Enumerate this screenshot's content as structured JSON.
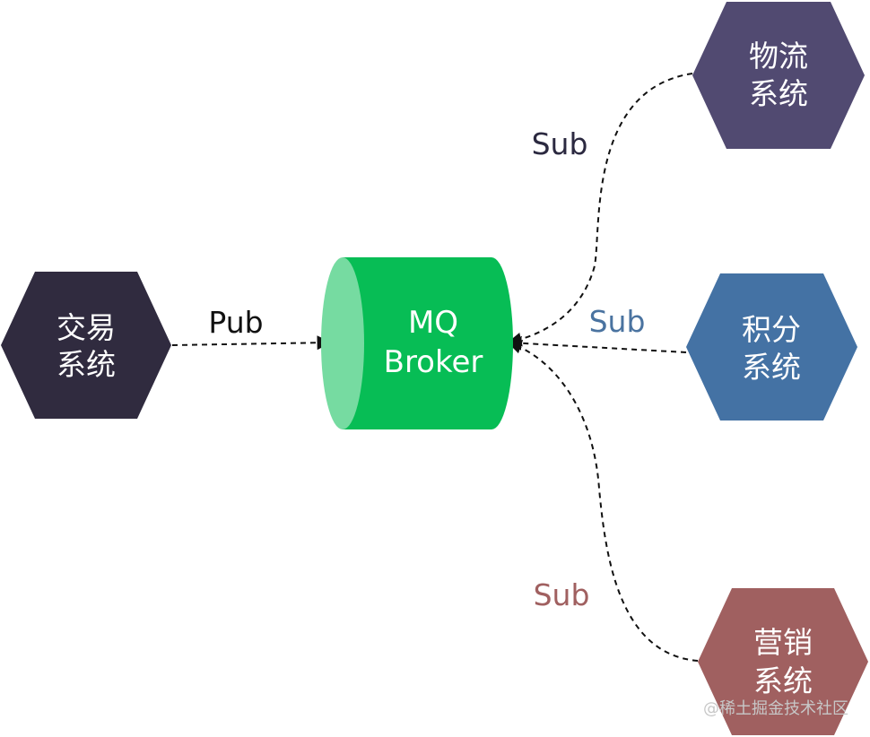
{
  "broker": {
    "line1": "MQ",
    "line2": "Broker",
    "body_color": "#07bd55",
    "cap_color": "#76dba1"
  },
  "publisher": {
    "line1": "交易",
    "line2": "系统",
    "color": "#302b3f"
  },
  "subscribers": [
    {
      "id": "logistics",
      "line1": "物流",
      "line2": "系统",
      "color": "#514a71"
    },
    {
      "id": "points",
      "line1": "积分",
      "line2": "系统",
      "color": "#4472a4"
    },
    {
      "id": "marketing",
      "line1": "营销",
      "line2": "系统",
      "color": "#a06060"
    }
  ],
  "edges": {
    "pub": {
      "label": "Pub",
      "color": "#111111"
    },
    "sub_logistics": {
      "label": "Sub",
      "color": "#2b2940"
    },
    "sub_points": {
      "label": "Sub",
      "color": "#4a73a0"
    },
    "sub_marketing": {
      "label": "Sub",
      "color": "#a06060"
    }
  },
  "watermark": "@稀土掘金技术社区"
}
